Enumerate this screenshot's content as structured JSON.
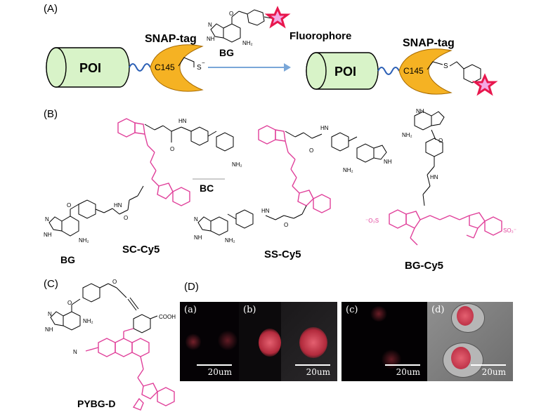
{
  "panels": {
    "a": "(A)",
    "b": "(B)",
    "c": "(C)",
    "d": "(D)"
  },
  "panel_a": {
    "poi_left": "POI",
    "poi_right": "POI",
    "snap_left": "SNAP-tag",
    "snap_right": "SNAP-tag",
    "c145_left": "C145",
    "c145_right": "C145",
    "s_minus": "S",
    "s_right": "S",
    "fluorophore": "Fluorophore",
    "bg": "BG",
    "n": "N",
    "nh": "NH",
    "nh2": "NH₂",
    "o": "O"
  },
  "panel_b": {
    "bg_name": "BG",
    "sc_cy5": "SC-Cy5",
    "bc_name": "BC",
    "ss_cy5": "SS-Cy5",
    "bg_cy5": "BG-Cy5",
    "n": "N",
    "nh": "NH",
    "nh2": "NH₂",
    "hn": "HN",
    "o": "O",
    "so3_left": "⁻O₃S",
    "so3_right": "SO₃⁻"
  },
  "panel_c": {
    "name": "PYBG-D",
    "cooh": "COOH",
    "nh2": "NH₂",
    "n": "N",
    "nh": "NH",
    "o": "O"
  },
  "panel_d": {
    "images": [
      {
        "tag": "(a)",
        "scale": "20um"
      },
      {
        "tag": "(b)",
        "scale": "20um"
      },
      {
        "tag": "(c)",
        "scale": "20um"
      },
      {
        "tag": "(d)",
        "scale": "20um"
      }
    ]
  },
  "colors": {
    "cylinder_fill": "#d8f3c8",
    "snap_fill": "#f5b223",
    "linker": "#2b5fb5",
    "arrow": "#7aa7d8",
    "dye": "#e0409a",
    "star_fill": "#f4a8e4",
    "star_glow": "#e8174d",
    "fluor_red": "#d23a4a"
  }
}
